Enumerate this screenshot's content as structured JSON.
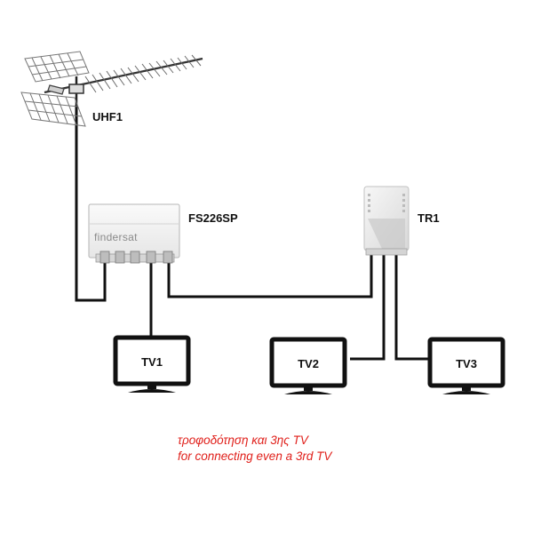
{
  "antenna": {
    "label": "UHF1",
    "icon": "uhf-antenna-icon"
  },
  "amplifier": {
    "label": "FS226SP",
    "brand": "findersat",
    "icon": "amplifier-box-icon"
  },
  "splitter": {
    "label": "TR1",
    "icon": "splitter-box-icon"
  },
  "tvs": [
    {
      "label": "TV1",
      "icon": "tv-icon"
    },
    {
      "label": "TV2",
      "icon": "tv-icon"
    },
    {
      "label": "TV3",
      "icon": "tv-icon"
    }
  ],
  "caption": {
    "line1": "τροφοδότηση και 3ης TV",
    "line2": "for connecting even a 3rd TV"
  },
  "colors": {
    "caption": "#e0201b",
    "cable": "#111111",
    "device_body": "#f1f1f1"
  }
}
